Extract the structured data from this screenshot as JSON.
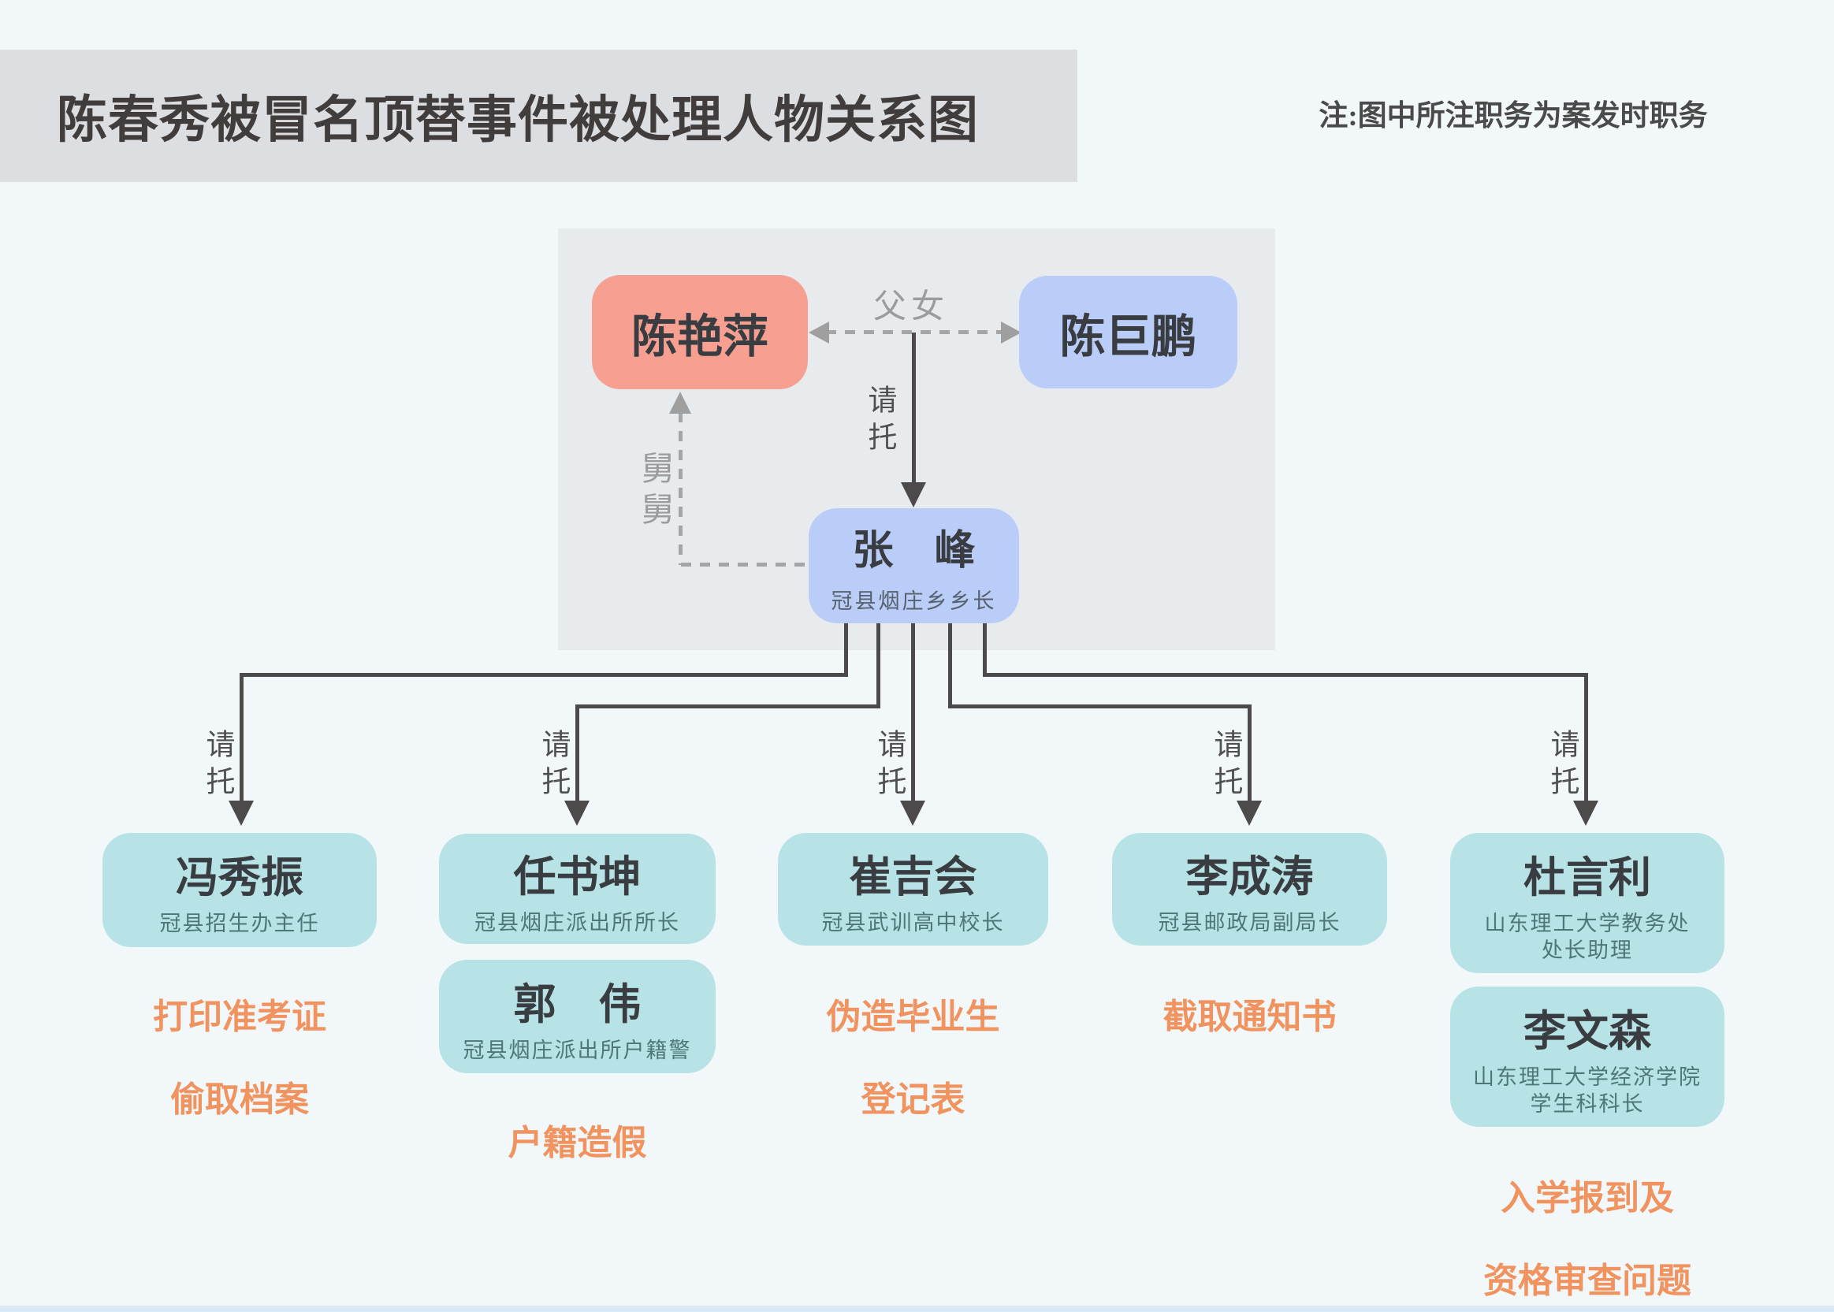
{
  "header": {
    "title": "陈春秀被冒名顶替事件被处理人物关系图",
    "note": "注:图中所注职务为案发时职务"
  },
  "labels": {
    "father_daughter": "父女",
    "uncle": "舅舅",
    "entrust": "请托"
  },
  "family": {
    "daughter": {
      "name": "陈艳萍"
    },
    "father": {
      "name": "陈巨鹏"
    },
    "fixer": {
      "name": "张　峰",
      "title": "冠县烟庄乡乡长"
    }
  },
  "columns": [
    {
      "boxes": [
        {
          "name": "冯秀振",
          "title_lines": [
            "冠县招生办主任"
          ]
        }
      ],
      "actions": [
        "打印准考证",
        "偷取档案"
      ]
    },
    {
      "boxes": [
        {
          "name": "任书坤",
          "title_lines": [
            "冠县烟庄派出所所长"
          ]
        },
        {
          "name": "郭　伟",
          "title_lines": [
            "冠县烟庄派出所户籍警"
          ]
        }
      ],
      "actions": [
        "户籍造假"
      ]
    },
    {
      "boxes": [
        {
          "name": "崔吉会",
          "title_lines": [
            "冠县武训高中校长"
          ]
        }
      ],
      "actions": [
        "伪造毕业生",
        "登记表"
      ]
    },
    {
      "boxes": [
        {
          "name": "李成涛",
          "title_lines": [
            "冠县邮政局副局长"
          ]
        }
      ],
      "actions": [
        "截取通知书"
      ]
    },
    {
      "boxes": [
        {
          "name": "杜言利",
          "title_lines": [
            "山东理工大学教务处",
            "处长助理"
          ]
        },
        {
          "name": "李文森",
          "title_lines": [
            "山东理工大学经济学院",
            "学生科科长"
          ]
        }
      ],
      "actions": [
        "入学报到及",
        "资格审查问题"
      ]
    }
  ],
  "colors": {
    "background": "#f2f7fa",
    "title_band": "#dcdee2",
    "panel": "#e8ebee",
    "salmon_box": "#f7a092",
    "blue_box": "#bacdf8",
    "teal_box": "#b7e3e6",
    "orange_text": "#f0935f",
    "connector": "#4c4a4a",
    "dashed_gray": "#a5a5a5"
  }
}
